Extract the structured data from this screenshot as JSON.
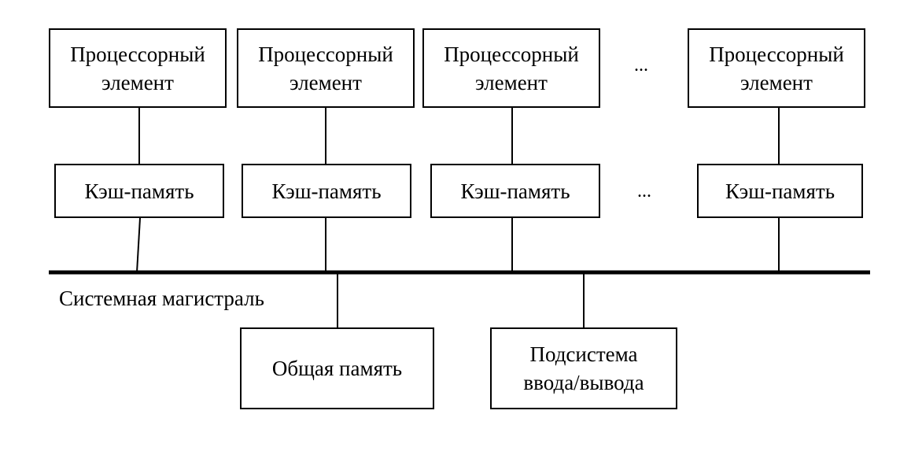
{
  "processor_label_line1": "Процессорный",
  "processor_label_line2": "элемент",
  "cache_label": "Кэш-память",
  "ellipsis": "...",
  "bus_label": "Системная магистраль",
  "shared_memory_label": "Общая память",
  "io_label_line1": "Подсистема",
  "io_label_line2": "ввода/вывода"
}
